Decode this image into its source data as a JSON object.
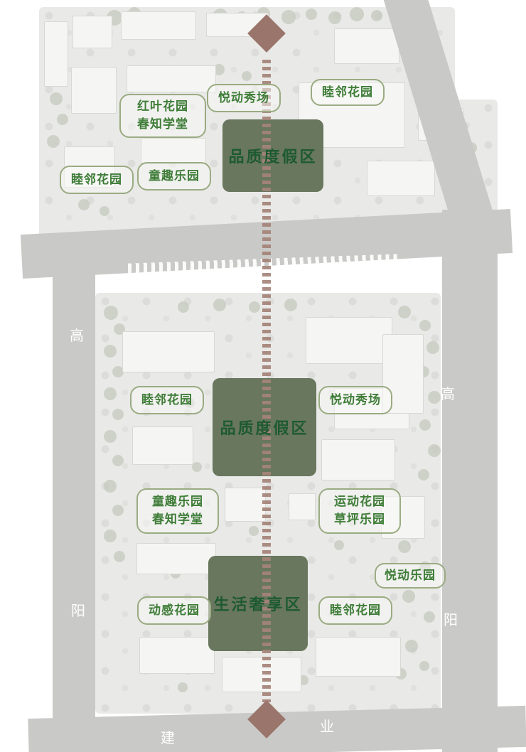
{
  "colors": {
    "axis": "#a58378",
    "arrow": "#9a756b",
    "zone_fill": "#68775d",
    "zone_text": "#1e5a31",
    "label_text": "#3f7d38",
    "label_border": "#9aab82",
    "road": "#c9c9c7",
    "parcel": "#e9e9e7",
    "road_text": "#ffffff"
  },
  "north_parcel": {
    "zone": {
      "label": "品质度假区"
    },
    "labels": {
      "red_leaf": {
        "line1": "红叶花园",
        "line2": "春知学堂"
      },
      "joy_show": {
        "line1": "悦动秀场"
      },
      "neighbor_ne": {
        "line1": "睦邻花园"
      },
      "neighbor_nw": {
        "line1": "睦邻花园"
      },
      "kids_fun": {
        "line1": "童趣乐园"
      }
    }
  },
  "south_parcel": {
    "zones": {
      "quality_resort": {
        "label": "品质度假区"
      },
      "life_luxury": {
        "label": "生活奢享区"
      }
    },
    "labels": {
      "neighbor_w": {
        "line1": "睦邻花园"
      },
      "joy_show": {
        "line1": "悦动秀场"
      },
      "kids_school": {
        "line1": "童趣乐园",
        "line2": "春知学堂"
      },
      "sports_lawn": {
        "line1": "运动花园",
        "line2": "草坪乐园"
      },
      "joy_park": {
        "line1": "悦动乐园"
      },
      "dynamic_garden": {
        "line1": "动感花园"
      },
      "neighbor_s": {
        "line1": "睦邻花园"
      }
    }
  },
  "roads": {
    "left": {
      "name_chars": {
        "top": "高",
        "bottom": "阳"
      }
    },
    "right": {
      "name_chars": {
        "top": "高",
        "bottom": "阳"
      }
    },
    "bottom": {
      "name_chars": {
        "left": "建",
        "right": "业"
      }
    }
  }
}
